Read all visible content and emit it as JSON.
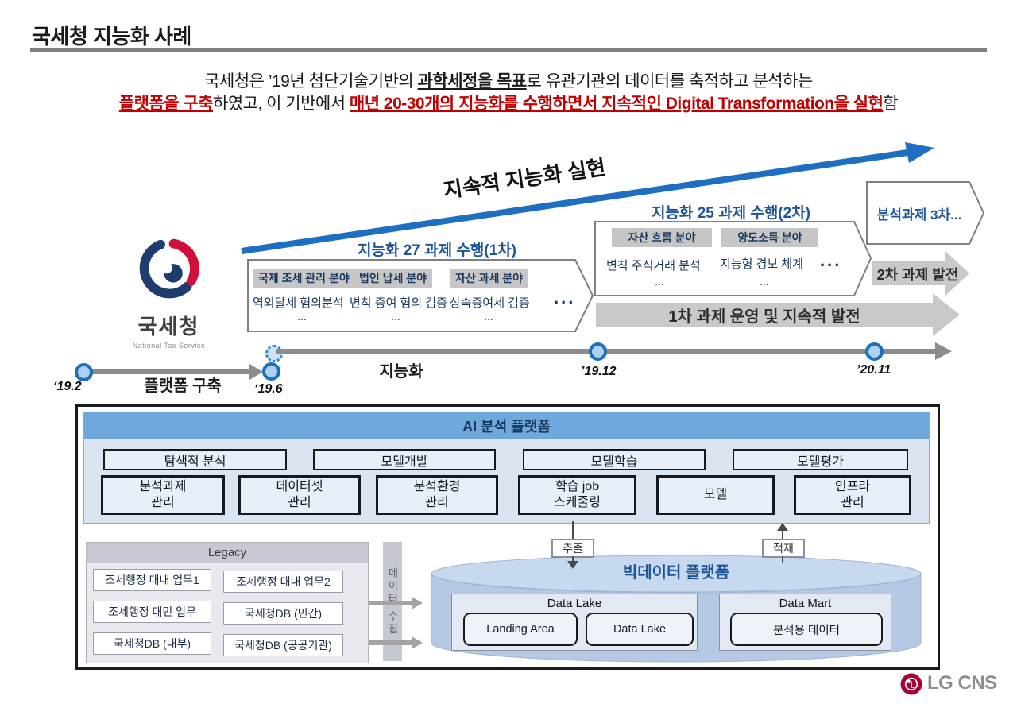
{
  "colors": {
    "accent_blue": "#1e6ec2",
    "title_blue": "#1f5597",
    "navy_text": "#17375d",
    "emphasis_red": "#c00000",
    "gray_arrow": "#c9c9c9",
    "ai_header_blue": "#6fa8dc",
    "ai_panel_blue": "#dbe5f1",
    "cylinder_blue": "#b5c9e4",
    "lg_red": "#a50034"
  },
  "page": {
    "title": "국세청 지능화 사례"
  },
  "intro": {
    "l1a": "국세청은 ’19년 첨단기술기반의 ",
    "l1b": "과학세정을 목표",
    "l1c": "로 유관기관의 데이터를 축적하고 분석하는",
    "l2a": "플랫폼을 구축",
    "l2b": "하였고, 이 기반에서 ",
    "l2c": "매년 20-30개의 지능화를 수행하면서 지속적인 Digital Transformation을 실현",
    "l2d": "함"
  },
  "growth_arrow_label": "지속적 지능화 실현",
  "nts": {
    "name": "국세청",
    "sub": "National Tax Service"
  },
  "timeline": {
    "dates": [
      "‘19.2",
      "‘19.6",
      "’19.12",
      "’20.11"
    ],
    "seg1": "플랫폼 구축",
    "seg2": "지능화"
  },
  "phase1": {
    "title": "지능화 27 과제 수행(1차)",
    "cols": [
      {
        "head": "국제 조세 관리 분야",
        "item": "역외탈세 혐의분석",
        "more": "..."
      },
      {
        "head": "법인 납세 분야",
        "item": "변칙 증여 혐의 검증",
        "more": "..."
      },
      {
        "head": "자산 과세 분야",
        "item": "상속증여세 검증",
        "more": "..."
      }
    ],
    "ellipsis": "..."
  },
  "phase2": {
    "title": "지능화 25 과제 수행(2차)",
    "cols": [
      {
        "head": "자산 흐름 분야",
        "item": "변칙 주식거래 분석",
        "more": "..."
      },
      {
        "head": "양도소득 분야",
        "item": "지능형 경보 체계",
        "more": "..."
      }
    ],
    "ellipsis": "..."
  },
  "phase3": {
    "title": "분석과제 3차..."
  },
  "flow": {
    "run1": "1차 과제 운영 및 지속적 발전",
    "dev2": "2차 과제 발전"
  },
  "ai": {
    "title": "AI 분석 플랫폼",
    "functions": [
      "탐색적 분석",
      "모델개발",
      "모델학습",
      "모델평가"
    ],
    "modules": [
      "분석과제\n관리",
      "데이터셋\n관리",
      "분석환경\n관리",
      "학습 job\n스케줄링",
      "모델",
      "인프라\n관리"
    ]
  },
  "legacy": {
    "title": "Legacy",
    "items": [
      "조세행정 대내 업무1",
      "조세행정 대내 업무2",
      "조세행정 대민 업무",
      "국세청DB (민간)",
      "국세청DB (내부)",
      "국세청DB (공공기관)"
    ]
  },
  "collect": {
    "label": "데이터 수집"
  },
  "bigdata": {
    "title": "빅데이터 플랫폼",
    "extract": "추출",
    "load": "적재",
    "lake": {
      "title": "Data Lake",
      "items": [
        "Landing Area",
        "Data Lake"
      ]
    },
    "mart": {
      "title": "Data Mart",
      "item": "분석용 데이터"
    }
  },
  "footer": {
    "brand": "LG CNS"
  }
}
